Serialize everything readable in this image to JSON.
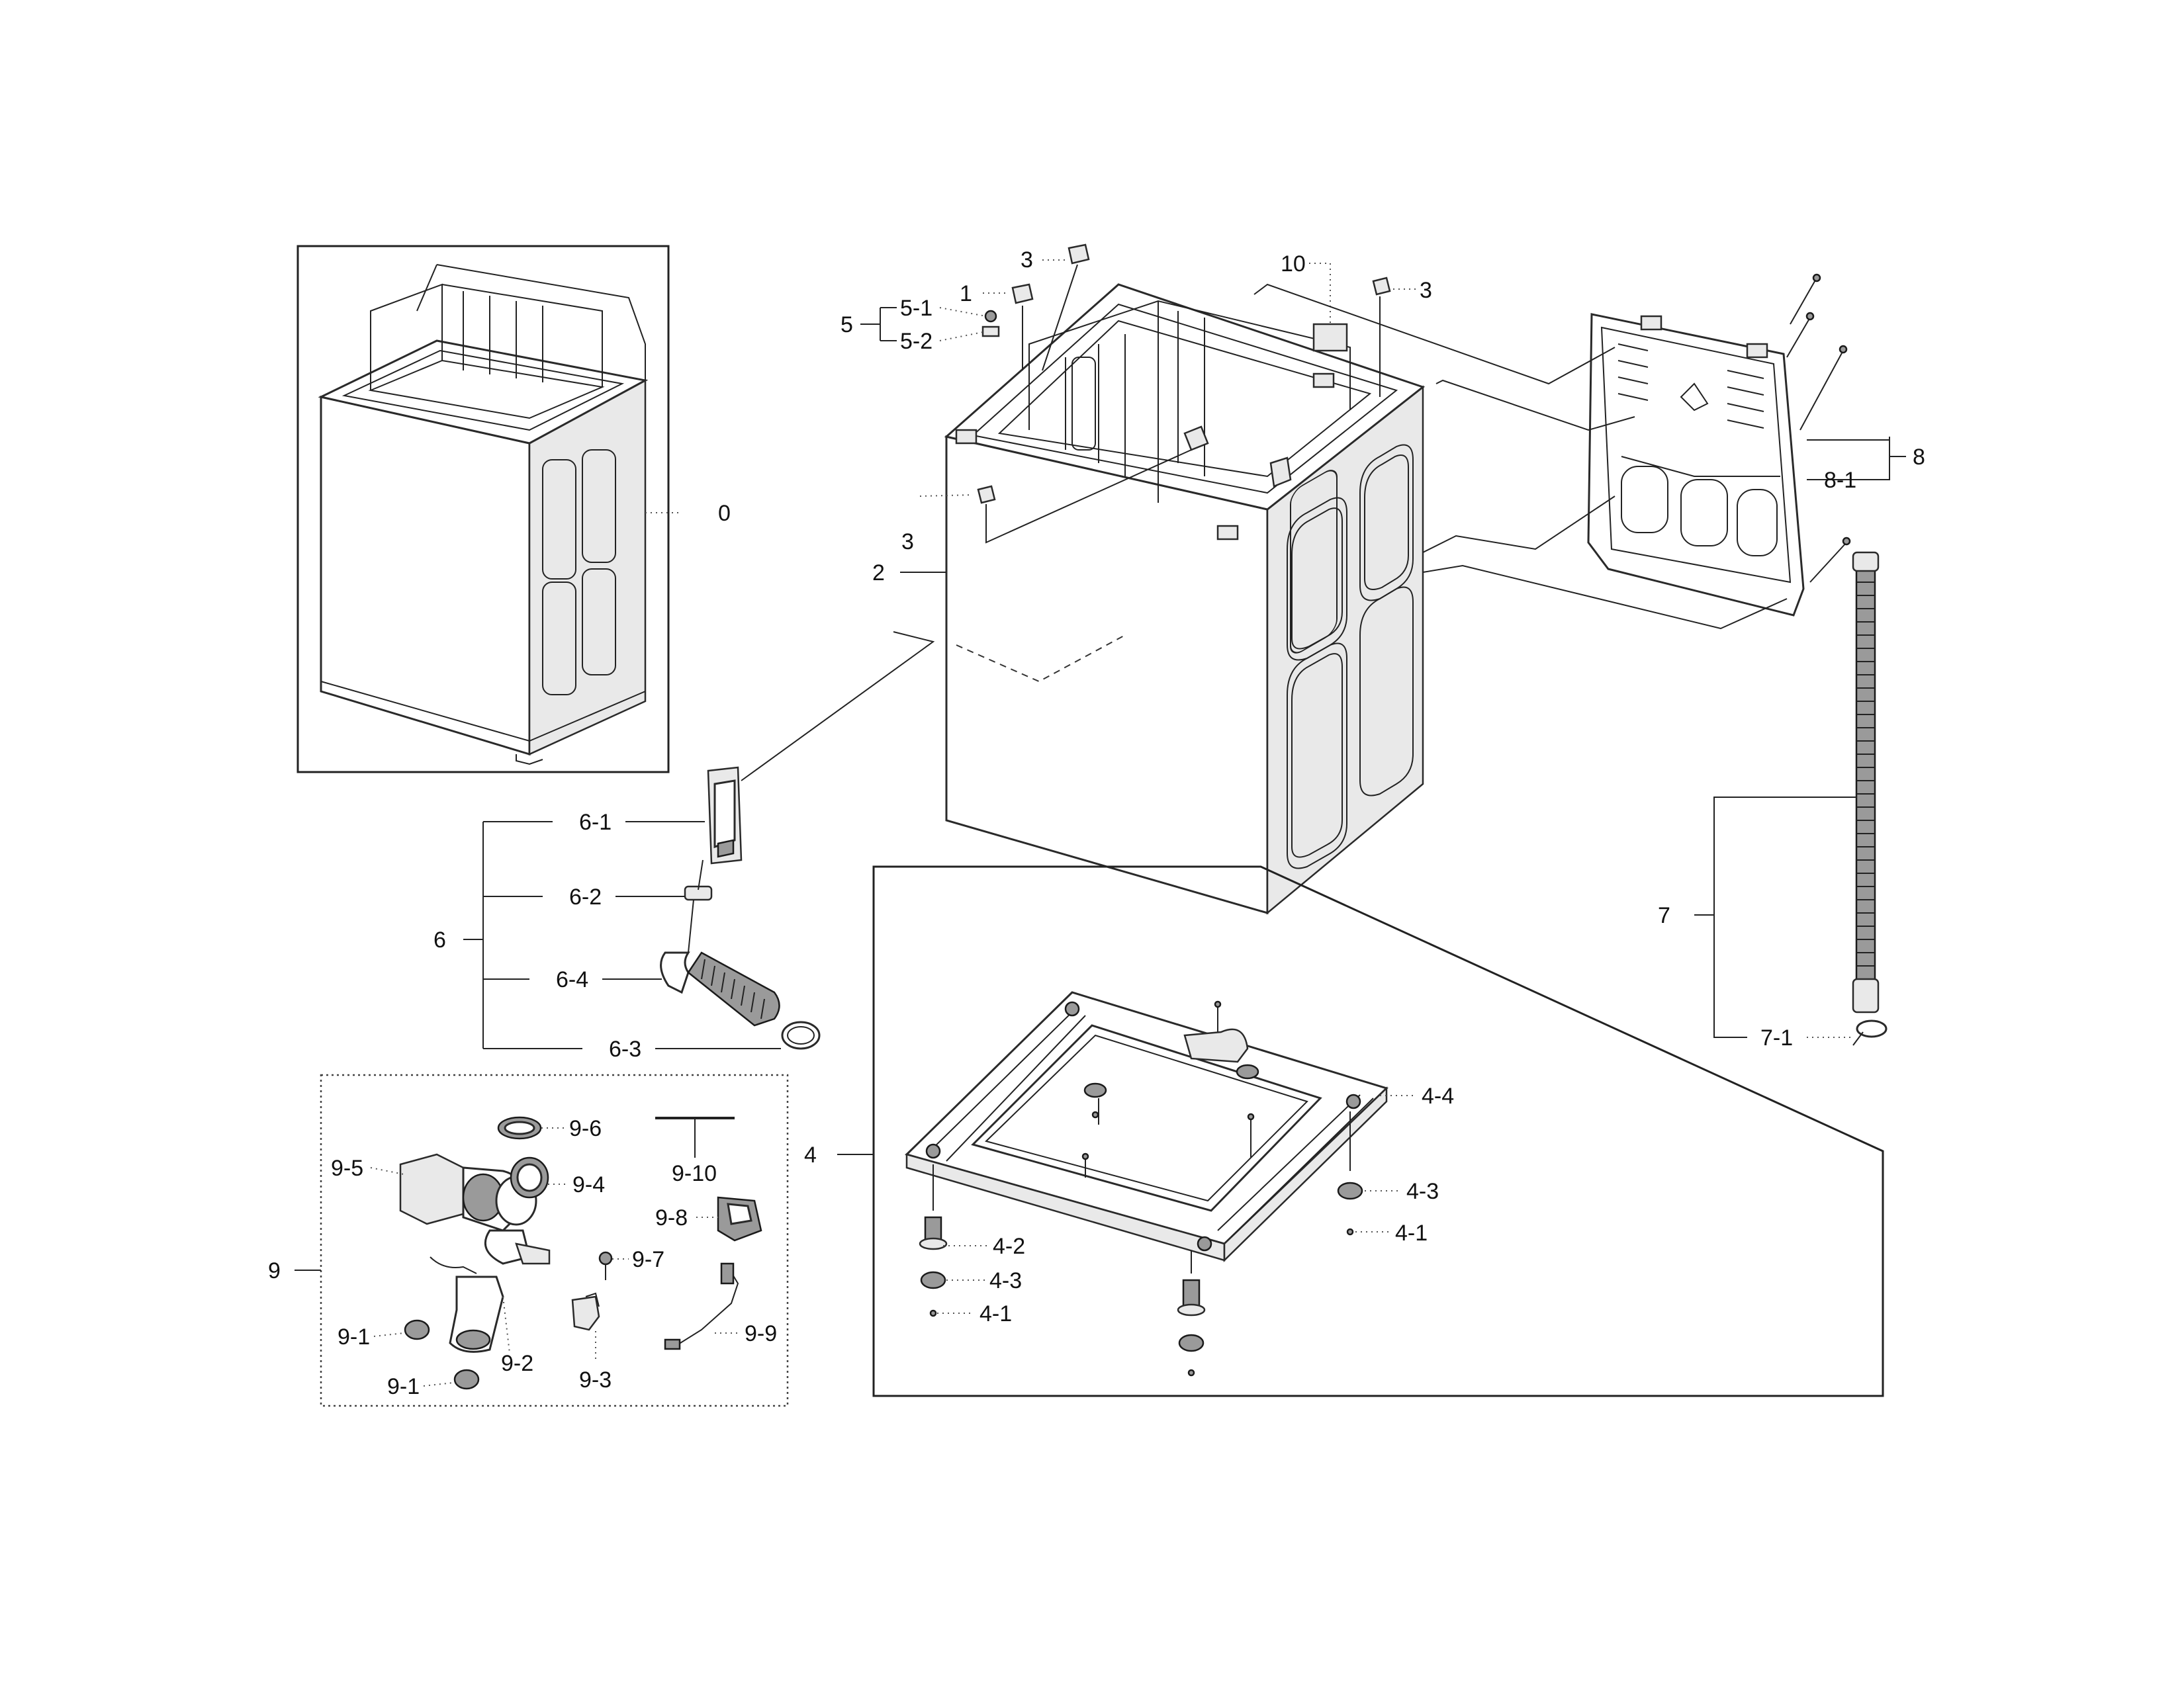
{
  "labels": {
    "l0": "0",
    "l1": "1",
    "l2": "2",
    "l3a": "3",
    "l3b": "3",
    "l3c": "3",
    "l4": "4",
    "l4_1a": "4-1",
    "l4_1b": "4-1",
    "l4_2": "4-2",
    "l4_3a": "4-3",
    "l4_3b": "4-3",
    "l4_4": "4-4",
    "l5": "5",
    "l5_1": "5-1",
    "l5_2": "5-2",
    "l6": "6",
    "l6_1": "6-1",
    "l6_2": "6-2",
    "l6_3": "6-3",
    "l6_4": "6-4",
    "l7": "7",
    "l7_1": "7-1",
    "l8": "8",
    "l8_1": "8-1",
    "l9": "9",
    "l9_1a": "9-1",
    "l9_1b": "9-1",
    "l9_2": "9-2",
    "l9_3": "9-3",
    "l9_4": "9-4",
    "l9_5": "9-5",
    "l9_6": "9-6",
    "l9_7": "9-7",
    "l9_8": "9-8",
    "l9_9": "9-9",
    "l9_10": "9-10",
    "l10": "10"
  }
}
